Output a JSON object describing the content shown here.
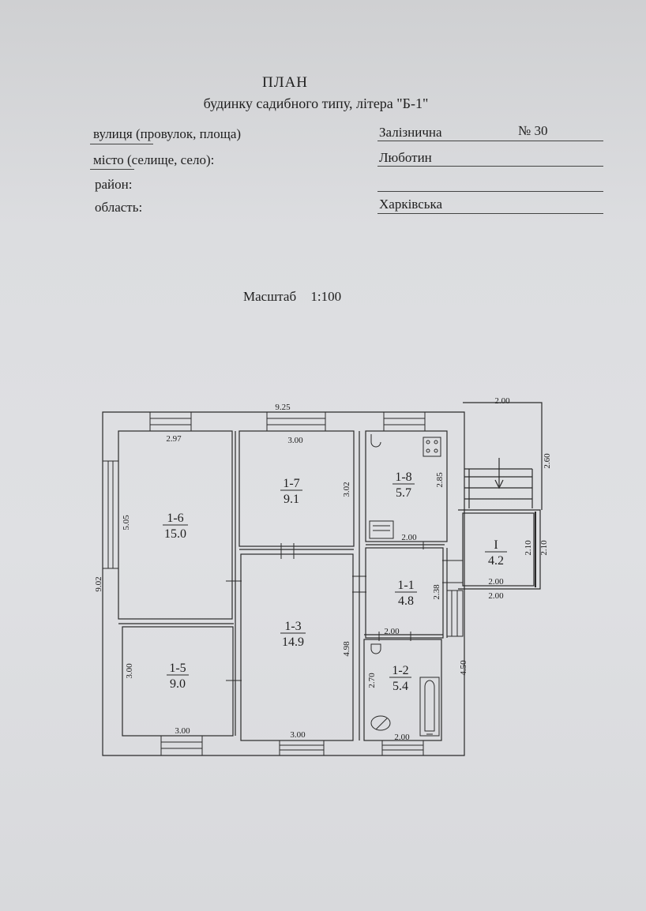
{
  "header": {
    "title": "ПЛАН",
    "subtitle": "будинку садибного типу,   літера  \"Б-1\""
  },
  "fields": [
    {
      "label": "вулиця (провулок, площа)",
      "value": "Залізнична",
      "extra": "№ 30"
    },
    {
      "label": "місто (селище, село):",
      "value": "Люботин"
    },
    {
      "label": "район:",
      "value": ""
    },
    {
      "label": "область:",
      "value": "Харківська"
    }
  ],
  "scale": {
    "label": "Масштаб",
    "value": "1:100"
  },
  "plan": {
    "overall": {
      "width": "9.25",
      "depth": "9.02"
    },
    "rooms": [
      {
        "id": "1-6",
        "area": "15.0"
      },
      {
        "id": "1-7",
        "area": "9.1"
      },
      {
        "id": "1-8",
        "area": "5.7"
      },
      {
        "id": "I",
        "area": "4.2"
      },
      {
        "id": "1-1",
        "area": "4.8"
      },
      {
        "id": "1-3",
        "area": "14.9"
      },
      {
        "id": "1-5",
        "area": "9.0"
      },
      {
        "id": "1-2",
        "area": "5.4"
      }
    ],
    "dimensions": {
      "porch_width": "2.00",
      "r16_width": "2.97",
      "r16_depth": "5.05",
      "r17_width": "3.00",
      "r17_depth": "3.02",
      "r18_depth": "2.85",
      "r18_width": "2.00",
      "porch_depth": "2.60",
      "ri_depth": "2.10",
      "ri_depth_outer": "2.10",
      "ri_width": "2.00",
      "ri_width_outer": "2.00",
      "r11_depth": "2.38",
      "r11_width": "2.00",
      "r13_depth": "4.98",
      "r15_depth": "3.00",
      "r15_width": "3.00",
      "r13_width": "3.00",
      "r12_depth": "2.70",
      "r12_width": "2.00",
      "side_depth": "4.50"
    }
  }
}
